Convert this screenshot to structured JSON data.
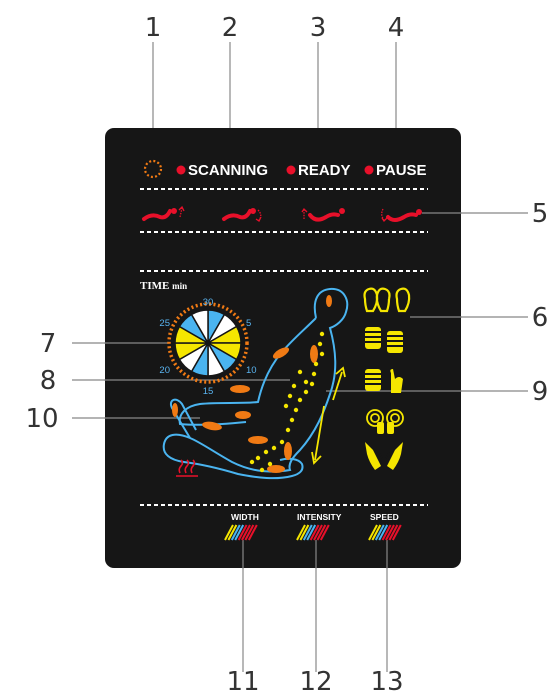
{
  "callouts": [
    "1",
    "2",
    "3",
    "4",
    "5",
    "6",
    "7",
    "8",
    "9",
    "10",
    "11",
    "12",
    "13"
  ],
  "status": {
    "scanning": "SCANNING",
    "ready": "READY",
    "pause": "PAUSE"
  },
  "time": {
    "label": "TIME",
    "unit": "min"
  },
  "dial": {
    "ticks": [
      "30",
      "5",
      "10",
      "15",
      "20",
      "25"
    ]
  },
  "bottom": {
    "width": "WIDTH",
    "intensity": "INTENSITY",
    "speed": "SPEED"
  },
  "colors": {
    "panel": "#161616",
    "red": "#e8102a",
    "yellow": "#f5e600",
    "blue": "#4ab4f0",
    "orange": "#f07a14",
    "white": "#ffffff",
    "leader": "#888888"
  },
  "icons": {
    "indicator_ring": "dotted-orange-ring-icon",
    "status_dot": "red-dot-icon",
    "recline": [
      "recline-up-icon",
      "recline-down-icon",
      "legrest-up-icon",
      "legrest-down-icon"
    ],
    "massage": [
      "kneading-hands-icon",
      "tapping-fists-icon",
      "knock-icon",
      "shiatsu-icon",
      "rolling-hands-icon",
      "grip-hands-icon"
    ],
    "heat": "heat-icon",
    "arrows": "up-down-arrows-icon"
  }
}
